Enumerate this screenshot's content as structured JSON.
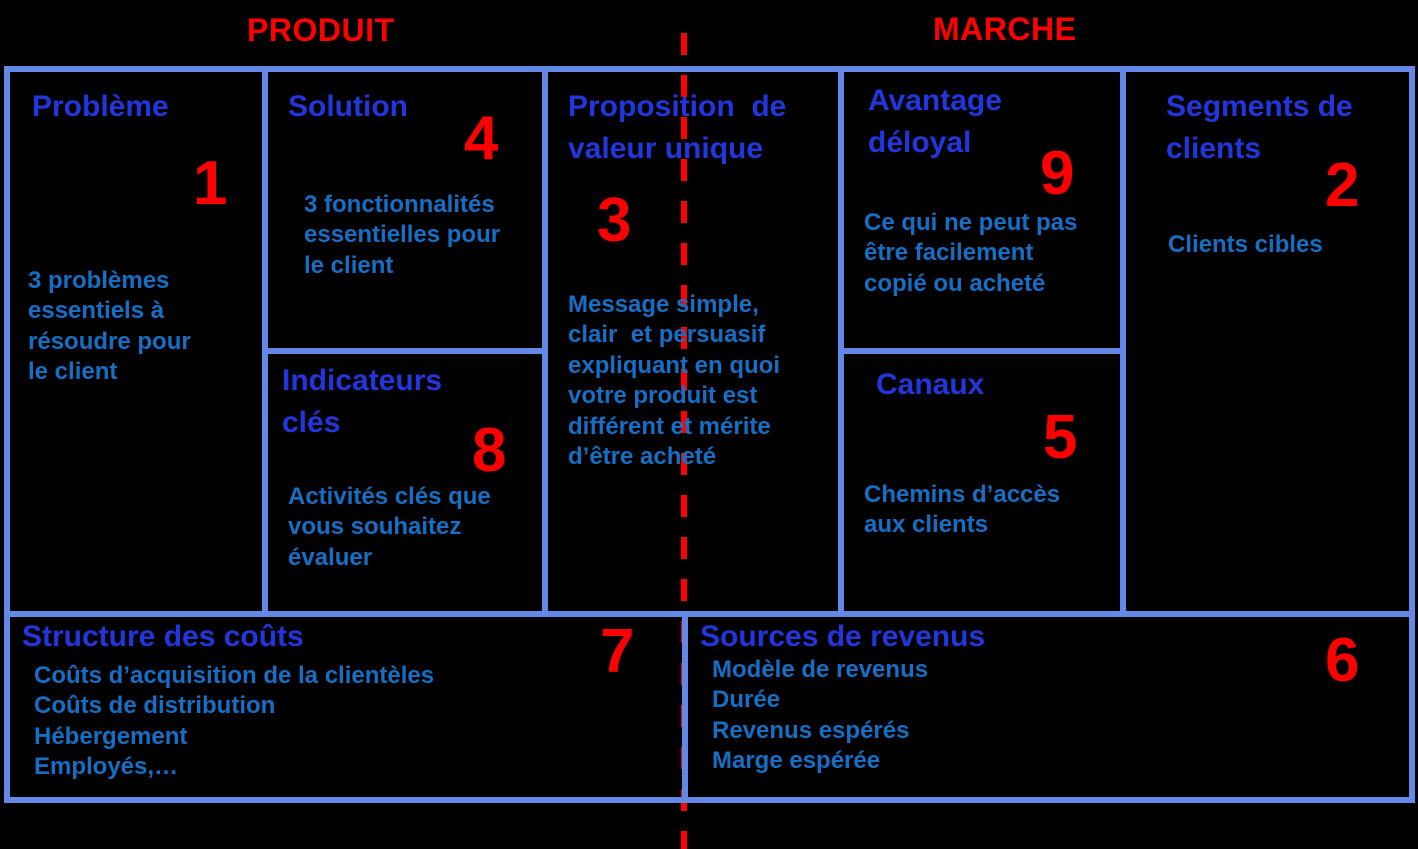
{
  "headers": {
    "left": "PRODUIT",
    "right": "MARCHE"
  },
  "colors": {
    "background": "#000000",
    "grid_border": "#6488E6",
    "title_blue": "#2236DD",
    "body_blue": "#156FC5",
    "accent_red": "#FF0000"
  },
  "boxes": {
    "probleme": {
      "title": "Problème",
      "number": "1",
      "body": [
        "3 problèmes",
        "essentiels à",
        "résoudre pour",
        "le client"
      ]
    },
    "solution": {
      "title": "Solution",
      "number": "4",
      "body": [
        "3 fonctionnalités",
        "essentielles pour",
        "le client"
      ]
    },
    "indicateurs": {
      "title": [
        "Indicateurs",
        "clés"
      ],
      "number": "8",
      "body": [
        "Activités clés que",
        "vous souhaitez",
        "évaluer"
      ]
    },
    "proposition": {
      "title": [
        "Proposition  de",
        "valeur unique"
      ],
      "number": "3",
      "body": [
        "Message simple,",
        "clair  et persuasif",
        "expliquant en quoi",
        "votre produit est",
        "différent et mérite",
        "d’être acheté"
      ]
    },
    "avantage": {
      "title": [
        "Avantage",
        "déloyal"
      ],
      "number": "9",
      "body": [
        "Ce qui ne peut pas",
        "être facilement",
        "copié ou acheté"
      ]
    },
    "canaux": {
      "title": "Canaux",
      "number": "5",
      "body": [
        "Chemins d’accès",
        "aux clients"
      ]
    },
    "segments": {
      "title": [
        "Segments de",
        "clients"
      ],
      "number": "2",
      "body": "Clients cibles"
    },
    "structure": {
      "title": "Structure des coûts",
      "number": "7",
      "body": [
        "Coûts d’acquisition de la clientèles",
        "Coûts de distribution",
        "Hébergement",
        "Employés,…"
      ]
    },
    "sources": {
      "title": "Sources de revenus",
      "number": "6",
      "body": [
        "Modèle de revenus",
        "Durée",
        "Revenus espérés",
        "Marge espérée"
      ]
    }
  }
}
